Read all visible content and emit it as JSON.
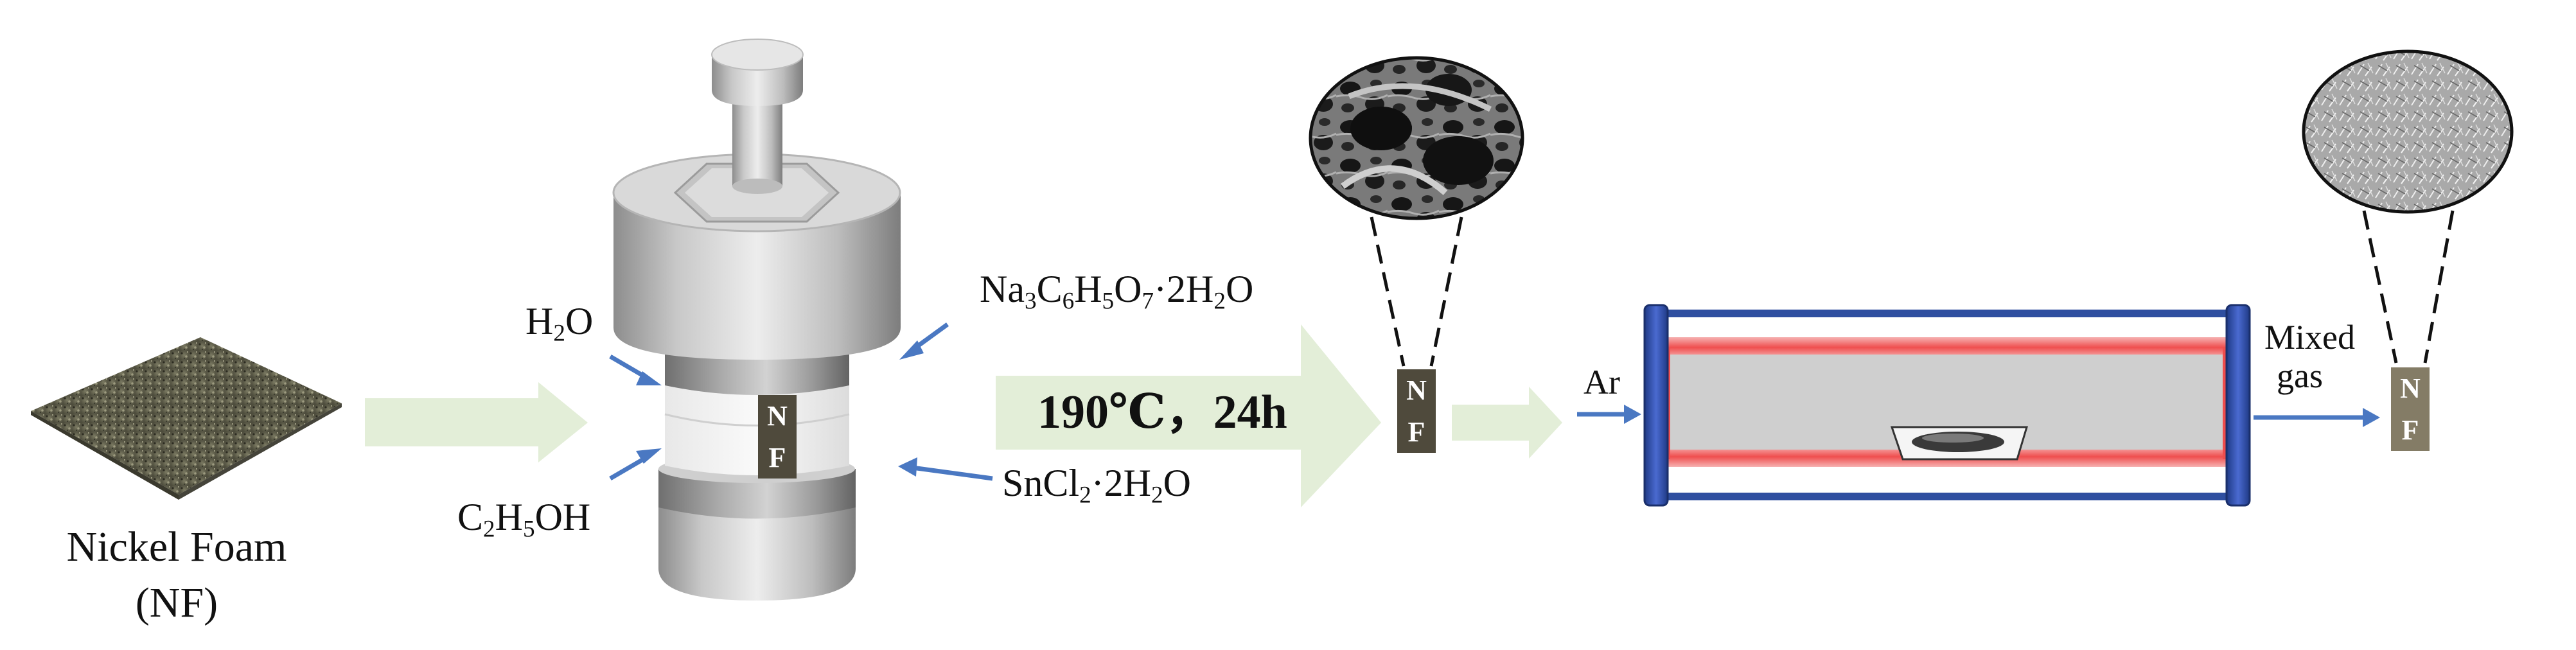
{
  "nickel_foam": {
    "line1": "Nickel Foam",
    "line2": "(NF)"
  },
  "reagents": {
    "water": {
      "base": "H",
      "sub1": "2",
      "tail": "O"
    },
    "ethanol": {
      "p1": "C",
      "s1": "2",
      "p2": "H",
      "s2": "5",
      "p3": "OH"
    },
    "citrate": {
      "p1": "Na",
      "s1": "3",
      "p2": "C",
      "s2": "6",
      "p3": "H",
      "s3": "5",
      "p4": "O",
      "s4": "7",
      "p5": "·2H",
      "s5": "2",
      "p6": "O"
    },
    "tin": {
      "p1": "SnCl",
      "s1": "2",
      "p2": "·2H",
      "s2": "2",
      "p3": "O"
    }
  },
  "condition": "190℃，24h",
  "sample_labels": [
    {
      "top": "N",
      "bottom": "F"
    },
    {
      "top": "N",
      "bottom": "F"
    },
    {
      "top": "N",
      "bottom": "F"
    }
  ],
  "gases": {
    "inlet": "Ar",
    "outlet_line1": "Mixed",
    "outlet_line2": "gas"
  },
  "colors": {
    "arrow_fill": "#e3eed8",
    "blue_arrow": "#4a78c2",
    "tube_frame": "#2f4fa0",
    "heater_red": "#f05a5a",
    "tube_inner": "#cfcfcf",
    "nf_dark": "#4f4a3c",
    "nf_light": "#847c66"
  }
}
